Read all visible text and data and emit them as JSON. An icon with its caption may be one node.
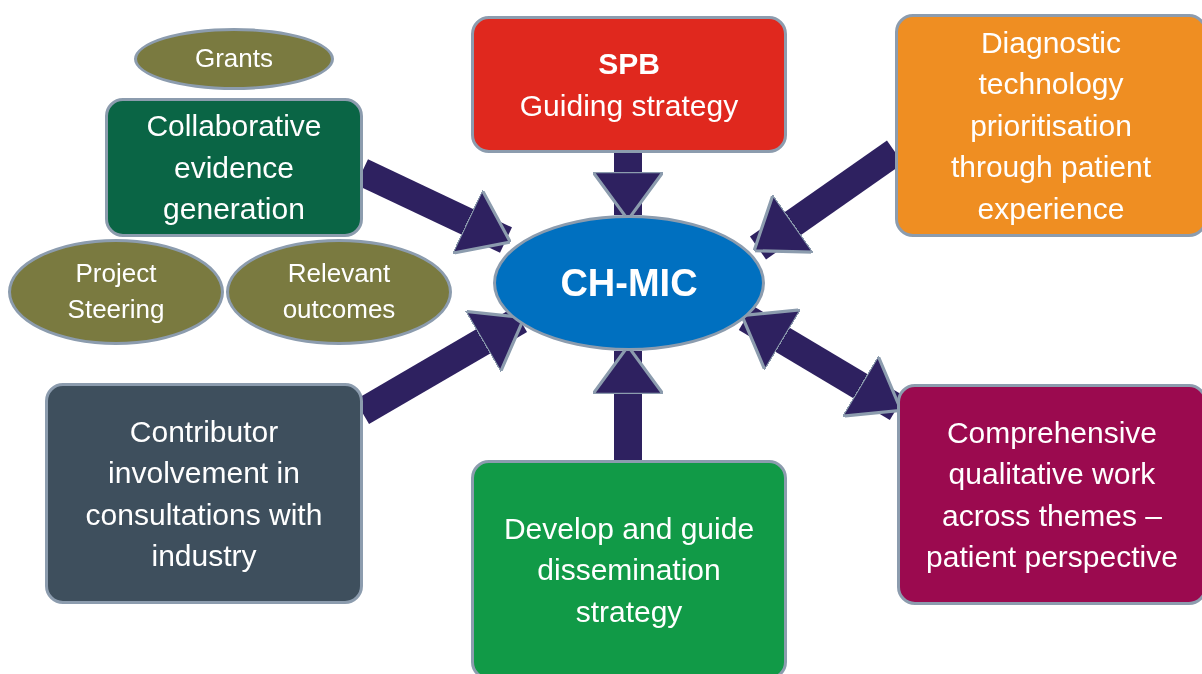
{
  "diagram": {
    "nodes": [
      {
        "text": [
          "CH-MIC"
        ]
      },
      {
        "text": [
          "SPB",
          "Guiding strategy"
        ]
      },
      {
        "text": [
          "Diagnostic technology prioritisation through patient experience"
        ]
      },
      {
        "text": [
          "Comprehensive qualitative work across themes – patient perspective"
        ]
      },
      {
        "text": [
          "Develop and guide dissemination strategy"
        ]
      },
      {
        "text": [
          "Contributor involvement in consultations with industry"
        ]
      },
      {
        "text": [
          "Collaborative evidence generation"
        ]
      },
      {
        "text": [
          "Grants"
        ]
      },
      {
        "text": [
          "Project Steering"
        ]
      },
      {
        "text": [
          "Relevant outcomes"
        ]
      }
    ],
    "edges": [
      {
        "from": 1,
        "to": 0,
        "arrow": "to"
      },
      {
        "from": 2,
        "to": 0,
        "arrow": "to"
      },
      {
        "from": 6,
        "to": 0,
        "arrow": "to"
      },
      {
        "from": 5,
        "to": 0,
        "arrow": "to"
      },
      {
        "from": 4,
        "to": 0,
        "arrow": "to"
      },
      {
        "from": 3,
        "to": 0,
        "arrow": "both"
      }
    ]
  }
}
